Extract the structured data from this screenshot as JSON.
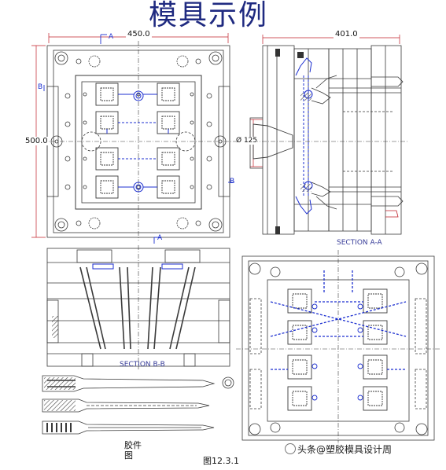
{
  "title": "模具示例",
  "dims": {
    "top_width": "450.0",
    "side_width": "401.0",
    "height": "500.0",
    "diameter": "Ø 125"
  },
  "markers": {
    "a": "A",
    "b": "B"
  },
  "sections": {
    "aa": "SECTION A-A",
    "bb": "SECTION B-B"
  },
  "part_caption": "胶件\n图",
  "figure_caption": "图12.3.1",
  "watermark": "头条@塑胶模具设计周",
  "colors": {
    "line": "#3a3a3a",
    "accent": "#1c2fd0",
    "dim": "#c0202a",
    "title": "#1f2a80"
  }
}
